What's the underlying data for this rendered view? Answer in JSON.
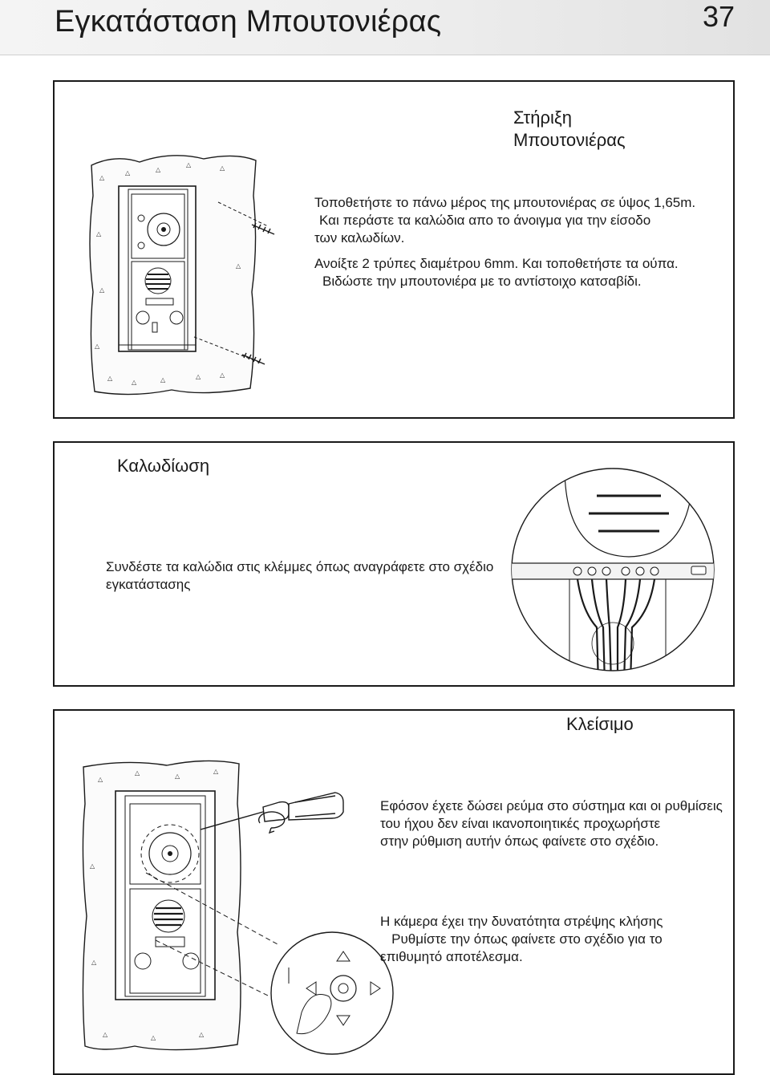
{
  "page": {
    "title": "Εγκατάσταση Μπουτονιέρας",
    "number": "37"
  },
  "mounting": {
    "heading_line1": "Στήριξη",
    "heading_line2": "Μπουτονιέρας",
    "lines": [
      "Τοποθετήστε το πάνω μέρος της  μπουτονιέρας  σε ύψος 1,65m.",
      "Και περάστε τα καλώδια απο το άνοιγμα για την είσοδο",
      "των καλωδίων.",
      "Ανοίξτε 2 τρύπες διαμέτρου 6mm. Και τοποθετήστε τα ούπα.",
      "Βιδώστε την μπουτονιέρα με το αντίστοιχο κατσαβίδι."
    ]
  },
  "wiring": {
    "heading": "Καλωδίωση",
    "lines": [
      "Συνδέστε τα καλώδια στις κλέμμες όπως αναγράφετε στο σχέδιο",
      "εγκατάστασης"
    ]
  },
  "closing": {
    "heading": "Κλείσιμο",
    "paragraph1": [
      "Εφόσον έχετε δώσει ρεύμα στο σύστημα και οι ρυθμίσεις",
      "του ήχου δεν είναι ικανοποιητικές  προχωρήστε",
      "στην ρύθμιση αυτήν όπως φαίνετε στο σχέδιο."
    ],
    "paragraph2": [
      "Η κάμερα έχει την δυνατότητα στρέψης κλήσης",
      "   Ρυθμίστε την όπως φαίνετε στο σχέδιο για το",
      "επιθυμητό αποτέλεσμα."
    ]
  }
}
